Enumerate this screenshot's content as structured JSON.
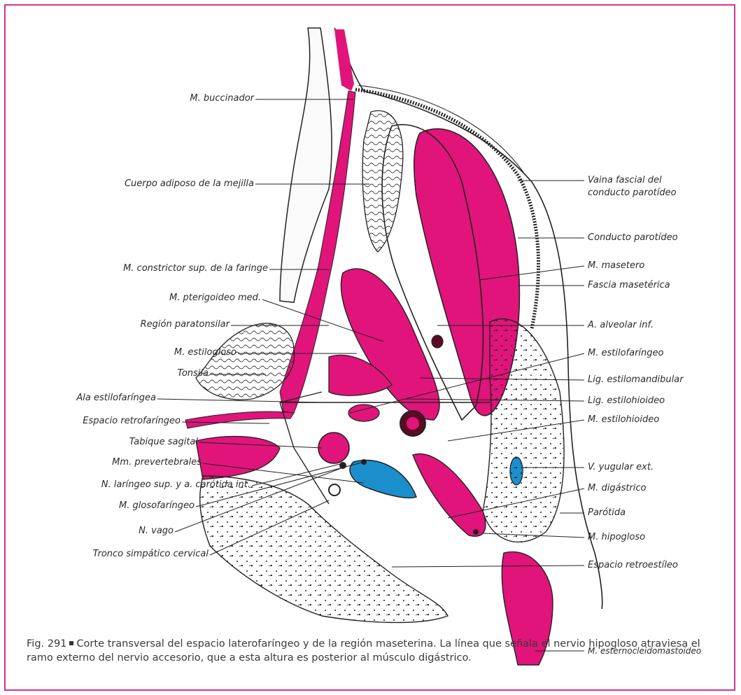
{
  "colors": {
    "frame": "#d6338f",
    "muscle": "#e0147a",
    "vein": "#1b8fcc",
    "artery_dark": "#5c0a24",
    "ink": "#222222"
  },
  "labels_left": [
    "M. buccinador",
    "Cuerpo adiposo de la mejilla",
    "M. constrictor sup. de la faringe",
    "M. pterigoideo med.",
    "Región paratonsilar",
    "M. estilogloso",
    "Tonsila",
    "Ala estilofaríngea",
    "Espacio retrofaríngeo",
    "Tabique sagital",
    "Mm. prevertebrales",
    "N. laríngeo sup. y a. carótida int.",
    "M. glosofaríngeo",
    "N. vago",
    "Tronco simpático cervical"
  ],
  "labels_right": [
    "Vaina fascial del",
    "conducto parotídeo",
    "Conducto parotídeo",
    "M. masetero",
    "Fascia masetérica",
    "A. alveolar inf.",
    "M. estilofaríngeo",
    "Lig. estilomandibular",
    "Lig. estilohioideo",
    "M. estilohioideo",
    "V. yugular ext.",
    "M. digástrico",
    "Parótida",
    "M. hipogloso",
    "Espacio retroestíleo",
    "M. esternocleidomastoideo"
  ],
  "caption": {
    "fig": "Fig. 291",
    "text": "Corte transversal del espacio laterofaríngeo y de la región maseterina. La línea que señala el nervio hipogloso atraviesa el ramo externo del nervio accesorio, que a esta altura es posterior al músculo digástrico."
  }
}
